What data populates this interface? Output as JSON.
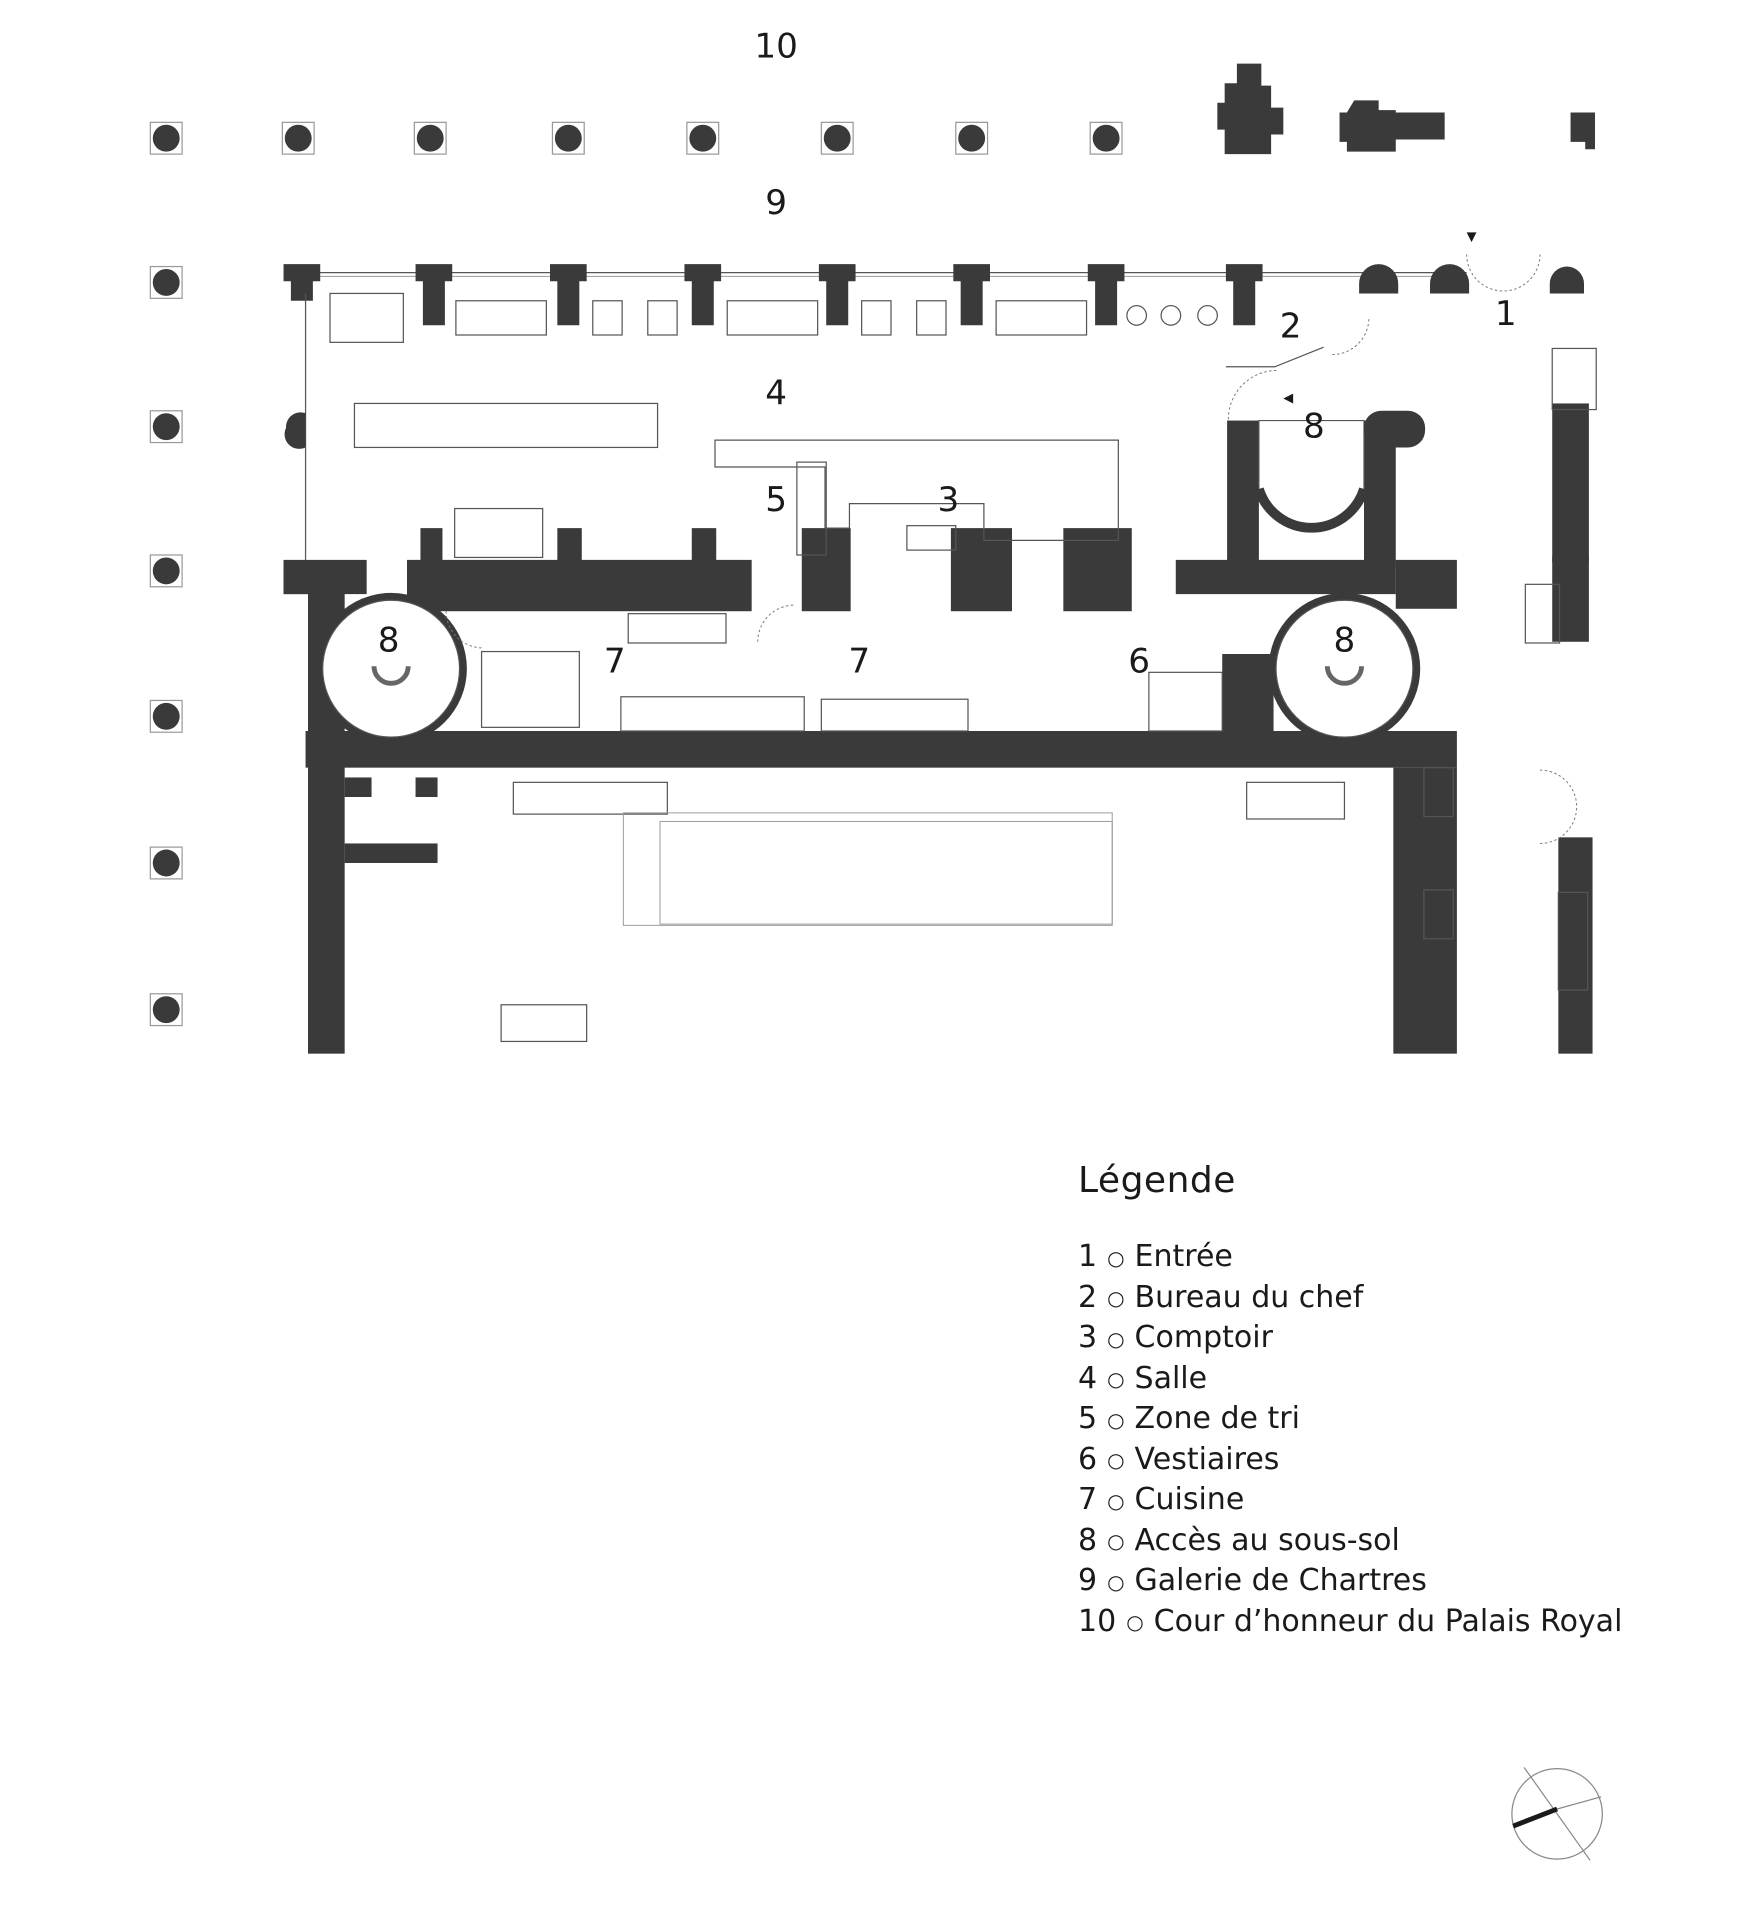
{
  "plan": {
    "area_labels": {
      "cour": "10",
      "galerie": "9",
      "entree": "1",
      "bureau": "2",
      "comptoir": "3",
      "salle": "4",
      "tri": "5",
      "vestiaires": "6",
      "cuisine_a": "7",
      "cuisine_b": "7",
      "acces_a": "8",
      "acces_b": "8",
      "acces_c": "8"
    },
    "wall_color": "#3a3a3a"
  },
  "legend": {
    "title": "Légende",
    "items": [
      {
        "num": "1",
        "sep": "○",
        "label": "Entrée"
      },
      {
        "num": "2",
        "sep": "○",
        "label": "Bureau du chef"
      },
      {
        "num": "3",
        "sep": "○",
        "label": "Comptoir"
      },
      {
        "num": "4",
        "sep": "○",
        "label": "Salle"
      },
      {
        "num": "5",
        "sep": "○",
        "label": "Zone de tri"
      },
      {
        "num": "6",
        "sep": "○",
        "label": "Vestiaires"
      },
      {
        "num": "7",
        "sep": "○",
        "label": "Cuisine"
      },
      {
        "num": "8",
        "sep": "○",
        "label": "Accès au sous-sol"
      },
      {
        "num": "9",
        "sep": "○",
        "label": "Galerie de Chartres"
      },
      {
        "num": "10",
        "sep": "○",
        "label": "Cour d’honneur du Palais Royal"
      }
    ]
  }
}
